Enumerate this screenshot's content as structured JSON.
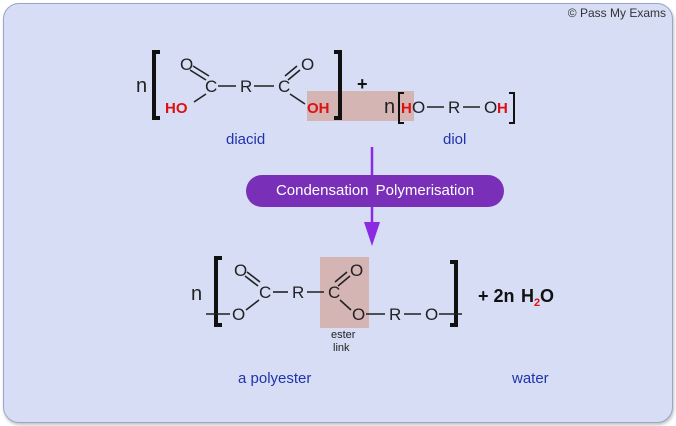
{
  "copyright": "© Pass My Exams",
  "reaction": {
    "label": "Condensation  Polymerisation",
    "plus": "+",
    "plus_water": "+ 2n"
  },
  "reactants": {
    "coefficient": "n",
    "diacid_label": "diacid",
    "diol_label": "diol",
    "atoms": {
      "O": "O",
      "C": "C",
      "R": "R",
      "HO": "HO",
      "OH": "OH",
      "H": "H"
    }
  },
  "products": {
    "coefficient": "n",
    "ester_link_line1": "ester",
    "ester_link_line2": "link",
    "polyester_label": "a polyester",
    "water_label": "water",
    "water_H": "H",
    "water_sub": "2",
    "water_O": "O"
  },
  "colors": {
    "highlight": "#d5b4b4",
    "arrow": "#8a2be2",
    "pill": "#7a2fb8",
    "label_blue": "#2233aa",
    "red": "#dd1111"
  }
}
